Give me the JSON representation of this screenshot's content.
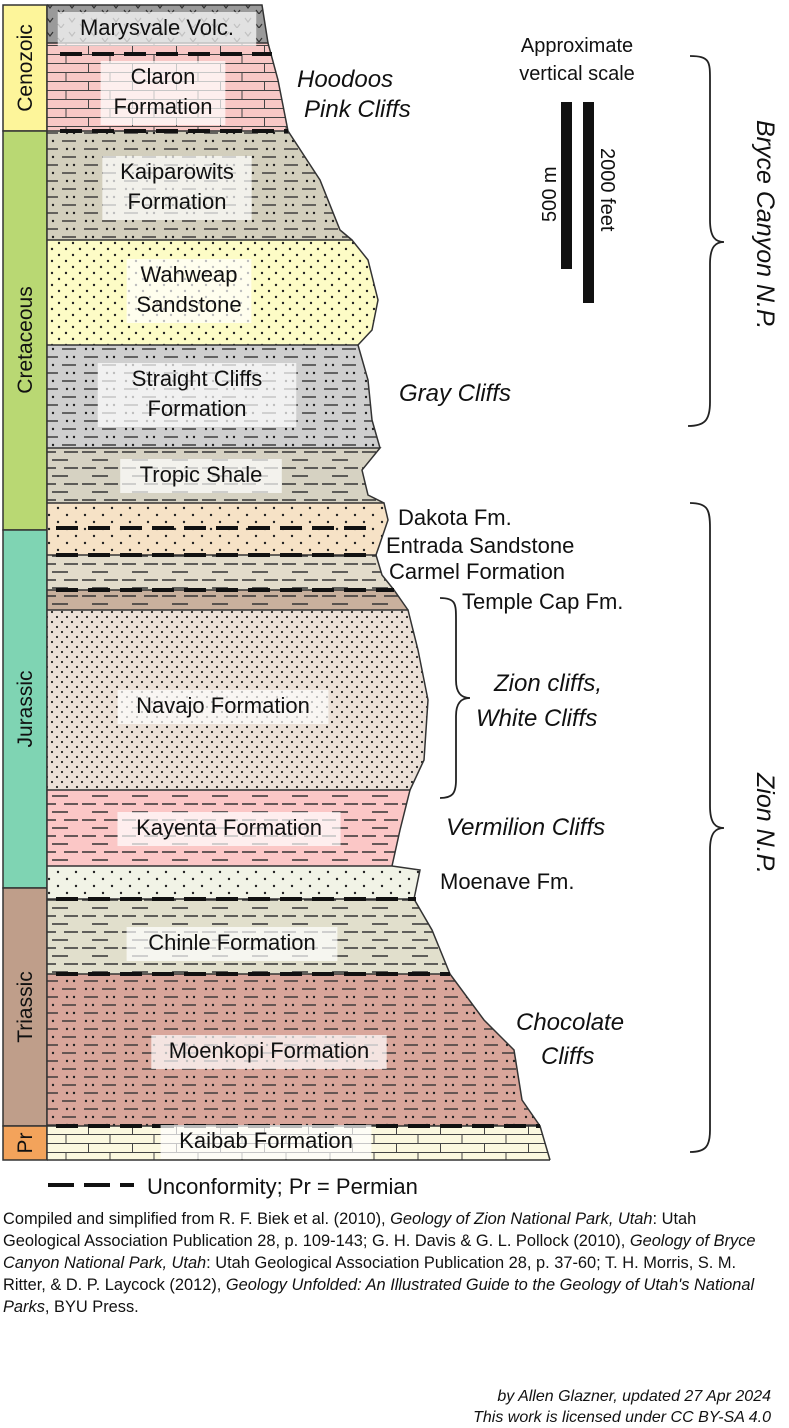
{
  "eras": [
    {
      "id": "cenozoic",
      "label": "Cenozoic",
      "color": "#fdf59a"
    },
    {
      "id": "cretaceous",
      "label": "Cretaceous",
      "color": "#b9d873"
    },
    {
      "id": "jurassic",
      "label": "Jurassic",
      "color": "#7fd4b3"
    },
    {
      "id": "triassic",
      "label": "Triassic",
      "color": "#bf9e8a"
    },
    {
      "id": "permian",
      "label": "Pr",
      "color": "#f3a35b"
    }
  ],
  "units": [
    {
      "id": "marysvale",
      "lines": [
        "Marysvale Volc."
      ],
      "color": "#9a9a9a"
    },
    {
      "id": "claron",
      "lines": [
        "Claron",
        "Formation"
      ],
      "color": "#f8c8c6"
    },
    {
      "id": "kaiparowits",
      "lines": [
        "Kaiparowits",
        "Formation"
      ],
      "color": "#d3cfbd"
    },
    {
      "id": "wahweap",
      "lines": [
        "Wahweap",
        "Sandstone"
      ],
      "color": "#fdfcc6"
    },
    {
      "id": "straight-cliffs",
      "lines": [
        "Straight Cliffs",
        "Formation"
      ],
      "color": "#cfcfcf"
    },
    {
      "id": "tropic",
      "lines": [
        "Tropic Shale"
      ],
      "color": "#d6d2c2"
    },
    {
      "id": "dakota-entrada",
      "lines": [],
      "color": "#f6e2c6"
    },
    {
      "id": "carmel",
      "lines": [],
      "color": "#e2dccb"
    },
    {
      "id": "temple-cap",
      "lines": [],
      "color": "#c9b09d"
    },
    {
      "id": "navajo",
      "lines": [
        "Navajo Formation"
      ],
      "color": "#ebe0d7"
    },
    {
      "id": "kayenta",
      "lines": [
        "Kayenta Formation"
      ],
      "color": "#fbc7c6"
    },
    {
      "id": "moenave",
      "lines": [],
      "color": "#f1f3e6"
    },
    {
      "id": "chinle",
      "lines": [
        "Chinle Formation"
      ],
      "color": "#e1dfcc"
    },
    {
      "id": "moenkopi",
      "lines": [
        "Moenkopi Formation"
      ],
      "color": "#d9a69b"
    },
    {
      "id": "kaibab",
      "lines": [
        "Kaibab Formation"
      ],
      "color": "#fbf8df"
    }
  ],
  "side_labels": {
    "hoodoos": "Hoodoos",
    "pink_cliffs": "Pink Cliffs",
    "gray_cliffs": "Gray Cliffs",
    "dakota": "Dakota Fm.",
    "entrada": "Entrada Sandstone",
    "carmel": "Carmel Formation",
    "temple_cap": "Temple Cap Fm.",
    "zion_cliffs": "Zion cliffs,",
    "white_cliffs": "White Cliffs",
    "vermilion": "Vermilion Cliffs",
    "moenave": "Moenave Fm.",
    "chocolate": "Chocolate",
    "cliffs": "Cliffs"
  },
  "parks": {
    "bryce": "Bryce Canyon N.P.",
    "zion": "Zion N.P."
  },
  "scale": {
    "title_line1": "Approximate",
    "title_line2": "vertical scale",
    "metric": "500 m",
    "imperial": "2000 feet"
  },
  "legend": {
    "text": "Unconformity; Pr = Permian"
  },
  "credits": {
    "p1": "Compiled and simplified from R. F. Biek et al. (2010), ",
    "t1": "Geology of Zion National Park, Utah",
    "p2": ": Utah Geological Association Publication 28, p. 109-143; G. H. Davis & G. L. Pollock (2010), ",
    "t2": "Geology of Bryce Canyon National Park, Utah",
    "p3": ": Utah Geological Association Publication 28, p. 37-60; T. H. Morris, S. M. Ritter, & D. P. Laycock (2012), ",
    "t3": "Geology Unfolded: An Illustrated Guide to the Geology of Utah's National Parks",
    "p4": ", BYU Press.",
    "byline": "by Allen Glazner, updated 27 Apr 2024",
    "license": "This work is licensed under CC BY-SA 4.0"
  }
}
